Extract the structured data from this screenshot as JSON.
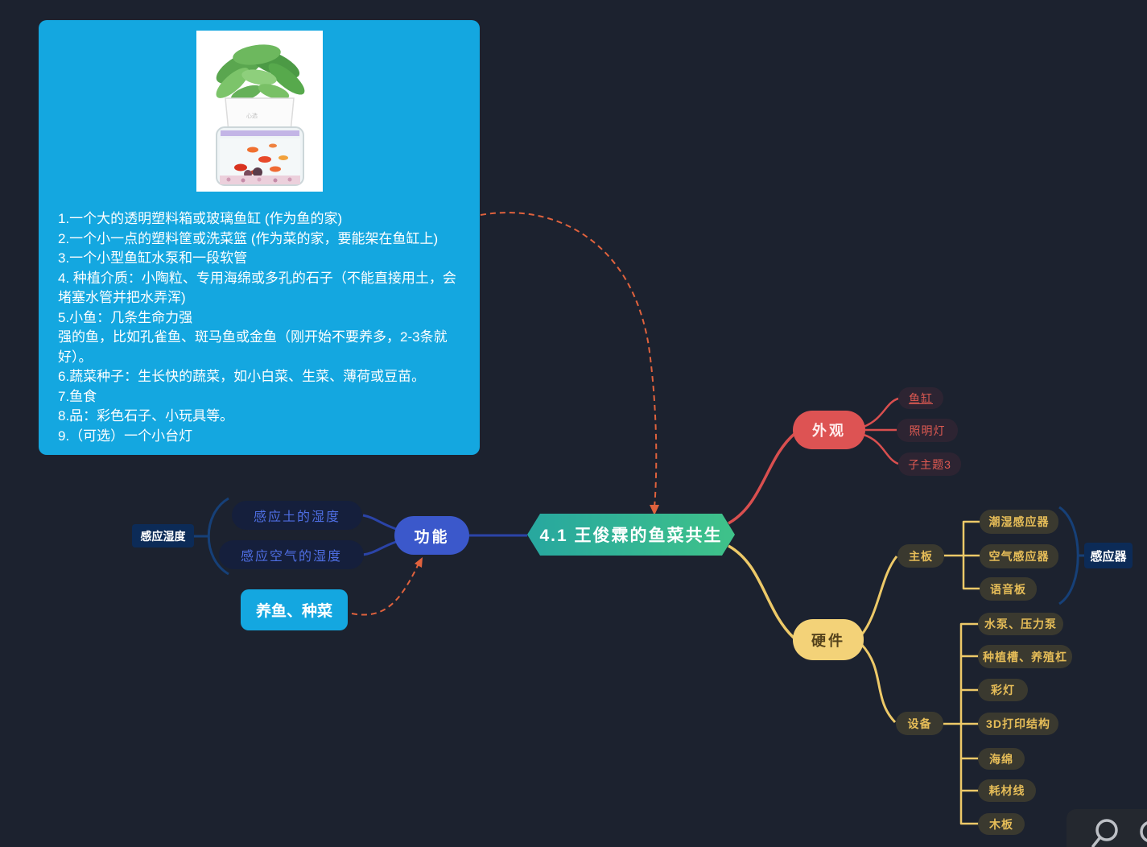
{
  "colors": {
    "background": "#1c222f",
    "note_bg": "#14a7e0",
    "central_gradient": [
      "#27a79f",
      "#3fc289"
    ],
    "branch_blue": "#2b44a8",
    "branch_red": "#d94f4f",
    "branch_yellow": "#edc968",
    "dashed_relation_orange": "#e0623d",
    "summary_box_blue": "#0c2b57",
    "brace_blue": "#164078"
  },
  "icons": {
    "zoom_search": "magnifier",
    "partial_control": "circle-button"
  },
  "note": {
    "lines": [
      "1.一个大的透明塑料箱或玻璃鱼缸 (作为鱼的家)",
      "2.一个小一点的塑料筐或洗菜篮 (作为菜的家，要能架在鱼缸上)",
      "3.一个小型鱼缸水泵和一段软管",
      "4. 种植介质：小陶粒、专用海绵或多孔的石子（不能直接用土，会堵塞水管并把水弄浑)",
      "5.小鱼：几条生命力强",
      "强的鱼，比如孔雀鱼、斑马鱼或金鱼（刚开始不要养多，2-3条就好）。",
      "6.蔬菜种子：生长快的蔬菜，如小白菜、生菜、薄荷或豆苗。",
      "7.鱼食",
      "8.品：彩色石子、小玩具等。",
      "9.（可选）一个小台灯"
    ]
  },
  "map": {
    "center": {
      "label": "4.1 王俊霖的鱼菜共生"
    },
    "func": {
      "label": "功能",
      "children": [
        {
          "label": "感应土的湿度"
        },
        {
          "label": "感应空气的湿度"
        }
      ],
      "summary": {
        "label": "感应湿度"
      }
    },
    "floating": {
      "label": "养鱼、种菜"
    },
    "appearance": {
      "label": "外观",
      "children": [
        {
          "label": "鱼缸"
        },
        {
          "label": "照明灯"
        },
        {
          "label": "子主题3"
        }
      ]
    },
    "hardware": {
      "label": "硬件",
      "mainboard": {
        "label": "主板",
        "children": [
          {
            "label": "潮湿感应器"
          },
          {
            "label": "空气感应器"
          },
          {
            "label": "语音板"
          }
        ],
        "summary": {
          "label": "感应器"
        }
      },
      "device": {
        "label": "设备",
        "children": [
          {
            "label": "水泵、压力泵"
          },
          {
            "label": "种植槽、养殖杠"
          },
          {
            "label": "彩灯"
          },
          {
            "label": "3D打印结构"
          },
          {
            "label": "海绵"
          },
          {
            "label": "耗材线"
          },
          {
            "label": "木板"
          }
        ]
      }
    }
  }
}
